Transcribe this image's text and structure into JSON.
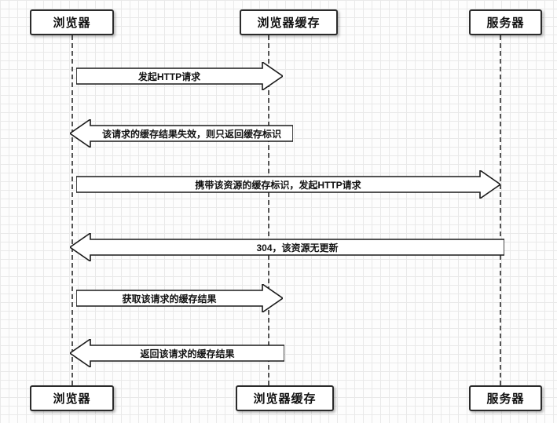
{
  "diagram": {
    "title": "browser-cache-sequence",
    "participants": {
      "browser": "浏览器",
      "cache": "浏览器缓存",
      "server": "服务器"
    },
    "messages": [
      {
        "from": "browser",
        "to": "cache",
        "direction": "right",
        "label": "发起HTTP请求"
      },
      {
        "from": "cache",
        "to": "browser",
        "direction": "left",
        "label": "该请求的缓存结果失效，则只返回缓存标识"
      },
      {
        "from": "browser",
        "to": "server",
        "direction": "right",
        "label": "携带该资源的缓存标识，发起HTTP请求"
      },
      {
        "from": "server",
        "to": "browser",
        "direction": "left",
        "label": "304，该资源无更新"
      },
      {
        "from": "browser",
        "to": "cache",
        "direction": "right",
        "label": "获取该请求的缓存结果"
      },
      {
        "from": "cache",
        "to": "browser",
        "direction": "left",
        "label": "返回该请求的缓存结果"
      }
    ]
  }
}
